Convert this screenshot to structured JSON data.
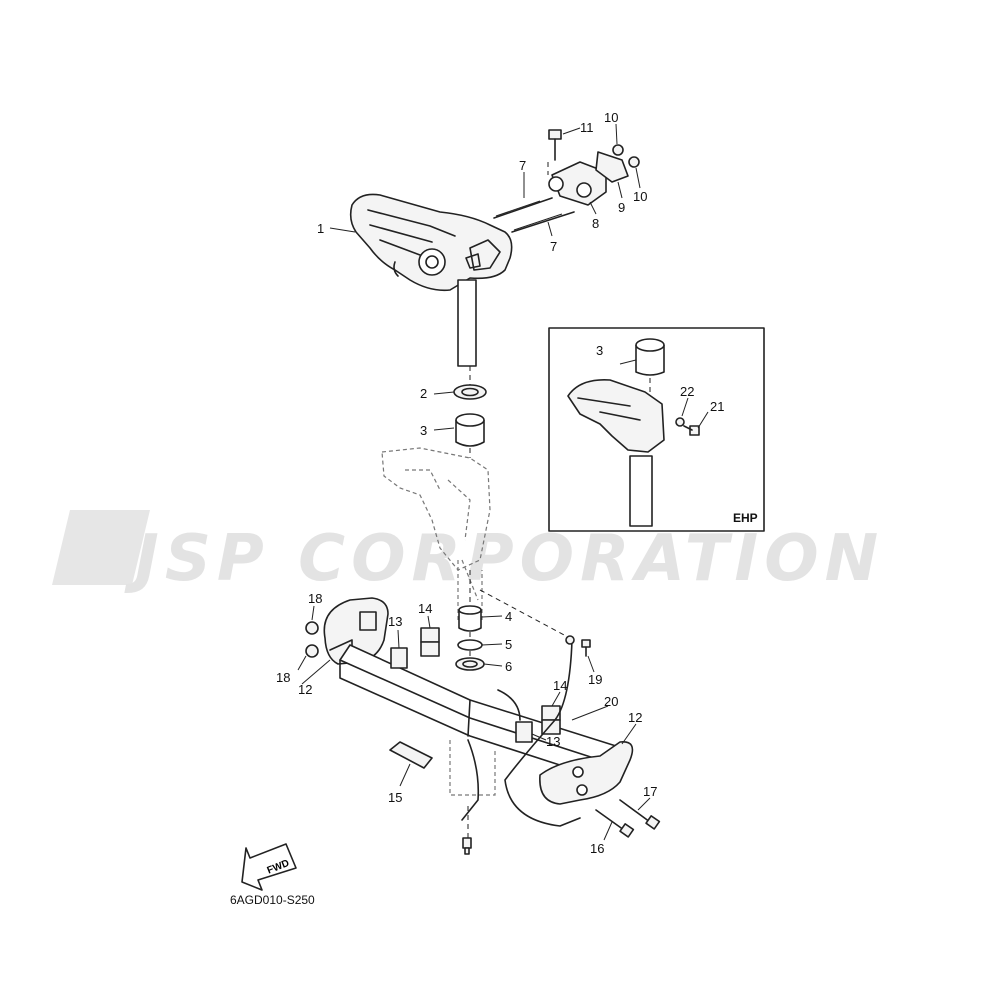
{
  "watermark": {
    "text": "JSP CORPORATION"
  },
  "diagram": {
    "reference_code": "6AGD010-S250",
    "inset_label": "EHP",
    "fwd_label": "FWD",
    "callouts": {
      "c1": "1",
      "c2": "2",
      "c3a": "3",
      "c3b": "3",
      "c4": "4",
      "c5": "5",
      "c6": "6",
      "c7a": "7",
      "c7b": "7",
      "c8": "8",
      "c9": "9",
      "c10a": "10",
      "c10b": "10",
      "c11": "11",
      "c12a": "12",
      "c12b": "12",
      "c13a": "13",
      "c13b": "13",
      "c14a": "14",
      "c14b": "14",
      "c15": "15",
      "c16": "16",
      "c17": "17",
      "c18a": "18",
      "c18b": "18",
      "c19": "19",
      "c20": "20",
      "c21": "21",
      "c22": "22"
    }
  }
}
